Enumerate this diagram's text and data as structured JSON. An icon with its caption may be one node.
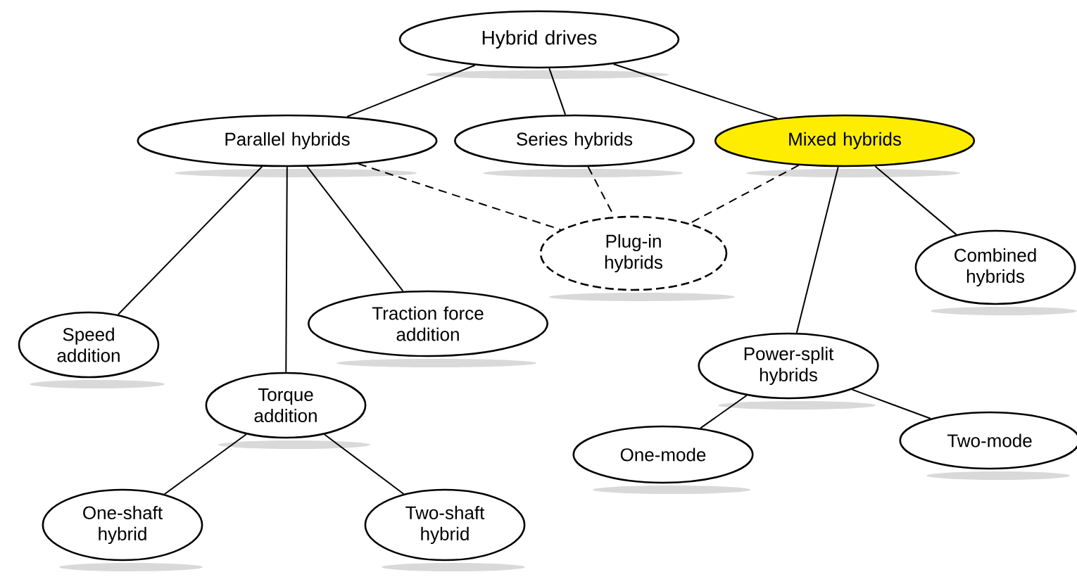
{
  "diagram": {
    "nodes": [
      {
        "text": [
          "Hybrid drives"
        ]
      },
      {
        "text": [
          "Parallel hybrids"
        ]
      },
      {
        "text": [
          "Series hybrids"
        ]
      },
      {
        "text": [
          "Mixed hybrids"
        ]
      },
      {
        "text": [
          "Plug-in hybrids"
        ]
      },
      {
        "text": [
          "Combined hybrids"
        ]
      },
      {
        "text": [
          "Speed addition"
        ]
      },
      {
        "text": [
          "Traction force addition"
        ]
      },
      {
        "text": [
          "Torque addition"
        ]
      },
      {
        "text": [
          "Power-split hybrids"
        ]
      },
      {
        "text": [
          "One-mode"
        ]
      },
      {
        "text": [
          "Two-mode"
        ]
      },
      {
        "text": [
          "One-shaft hybrid"
        ]
      },
      {
        "text": [
          "Two-shaft hybrid"
        ]
      }
    ],
    "edges": [
      {
        "from": 0,
        "to": 1,
        "arrow": "none"
      },
      {
        "from": 0,
        "to": 2,
        "arrow": "none"
      },
      {
        "from": 0,
        "to": 3,
        "arrow": "none"
      },
      {
        "from": 1,
        "to": 6,
        "arrow": "none"
      },
      {
        "from": 1,
        "to": 8,
        "arrow": "none"
      },
      {
        "from": 1,
        "to": 7,
        "arrow": "none"
      },
      {
        "from": 1,
        "to": 4,
        "arrow": "none",
        "style": "dashed"
      },
      {
        "from": 2,
        "to": 4,
        "arrow": "none",
        "style": "dashed"
      },
      {
        "from": 3,
        "to": 4,
        "arrow": "none",
        "style": "dashed"
      },
      {
        "from": 3,
        "to": 9,
        "arrow": "none"
      },
      {
        "from": 3,
        "to": 5,
        "arrow": "none"
      },
      {
        "from": 9,
        "to": 10,
        "arrow": "none"
      },
      {
        "from": 9,
        "to": 11,
        "arrow": "none"
      },
      {
        "from": 8,
        "to": 12,
        "arrow": "none"
      },
      {
        "from": 8,
        "to": 13,
        "arrow": "none"
      }
    ]
  }
}
